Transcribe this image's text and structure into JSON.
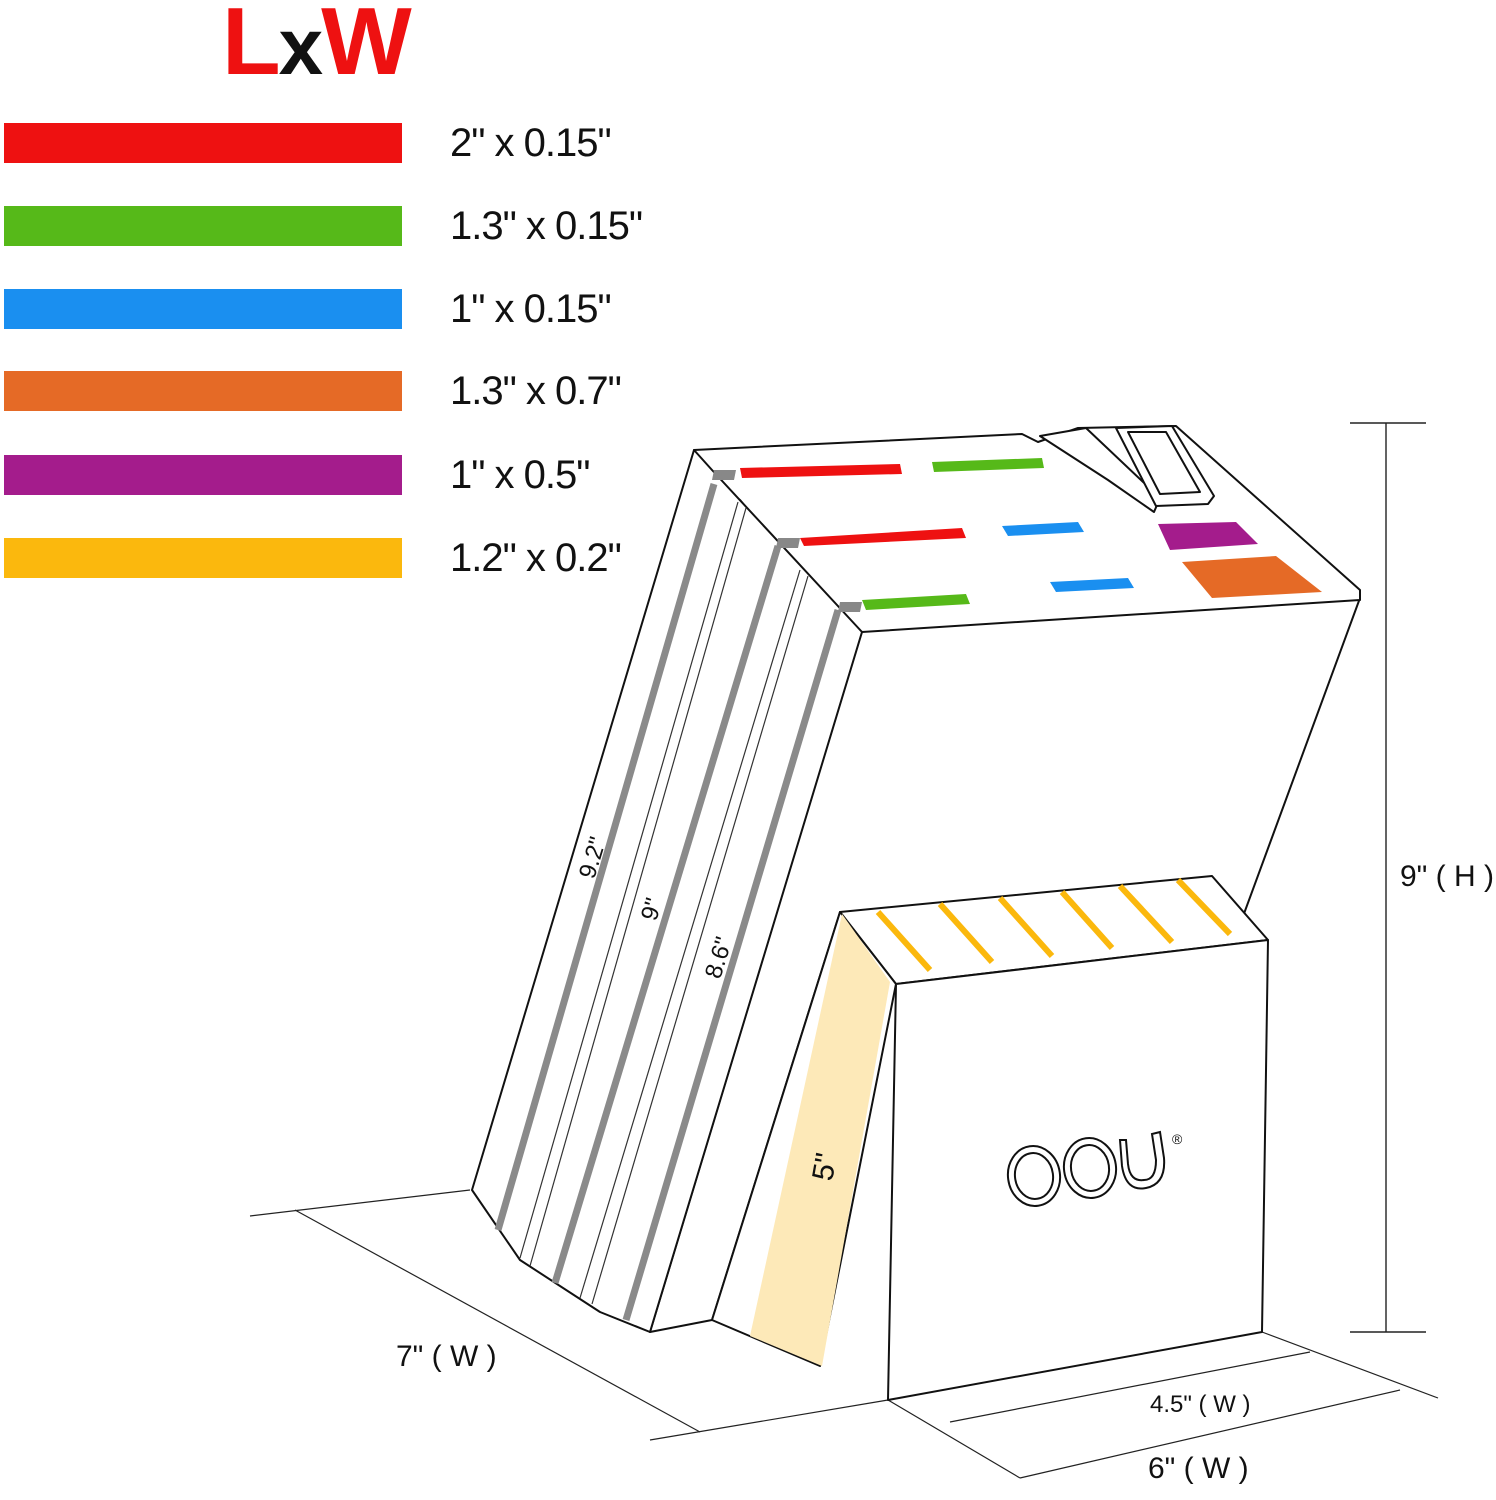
{
  "title": {
    "l": "L",
    "x": "x",
    "w": "W"
  },
  "legend": [
    {
      "color": "#ee1111",
      "label": "2\" x 0.15\""
    },
    {
      "color": "#56b919",
      "label": "1.3\" x 0.15\""
    },
    {
      "color": "#1a8ff0",
      "label": "1\" x 0.15\""
    },
    {
      "color": "#e56a26",
      "label": "1.3\" x 0.7\""
    },
    {
      "color": "#a41c8c",
      "label": "1\" x 0.5\""
    },
    {
      "color": "#fbb80d",
      "label": "1.2\" x 0.2\""
    }
  ],
  "dimensions": {
    "height": "9\" ( H )",
    "base_width_front": "7\" ( W )",
    "base_width_back": "6\" ( W )",
    "small_block_width": "4.5\" ( W )",
    "slot_9_2": "9.2\"",
    "slot_9": "9\"",
    "slot_8_6": "8.6\"",
    "small_block_height": "5\""
  },
  "brand": {
    "name": "OOU",
    "mark": "®"
  }
}
